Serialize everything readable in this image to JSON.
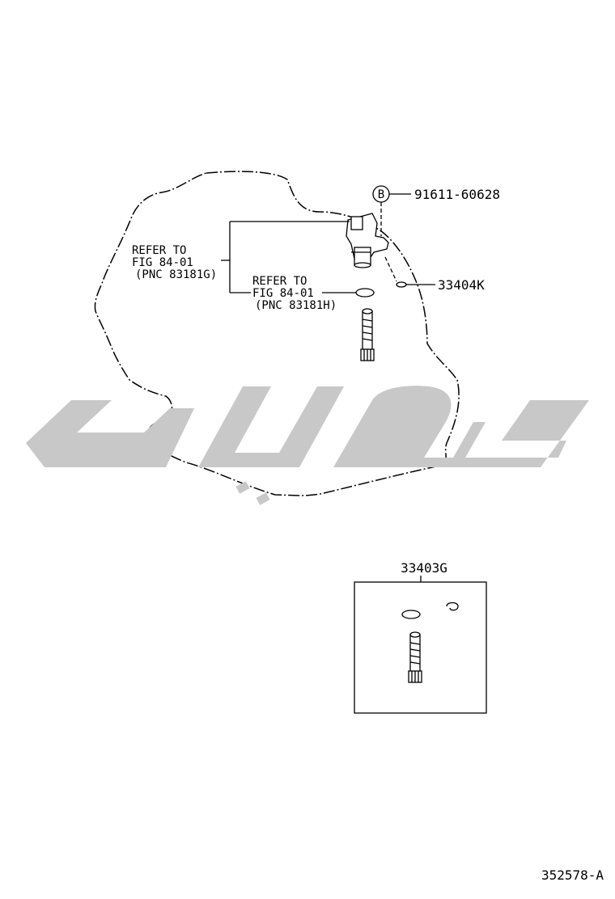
{
  "callouts": {
    "bolt_symbol": "B",
    "bolt_part": "91611-60628",
    "oring_part": "33404K",
    "kit_part": "33403G",
    "diagram_id": "352578-A"
  },
  "refer_1": {
    "line1": "REFER TO",
    "line2": "FIG 84-01",
    "line3": "(PNC 83181G)"
  },
  "refer_2": {
    "line1": "REFER TO",
    "line2": "FIG 84-01",
    "line3": "(PNC 83181H)"
  },
  "colors": {
    "line": "#000000",
    "watermark": "#c8c8c8",
    "background": "#ffffff"
  }
}
